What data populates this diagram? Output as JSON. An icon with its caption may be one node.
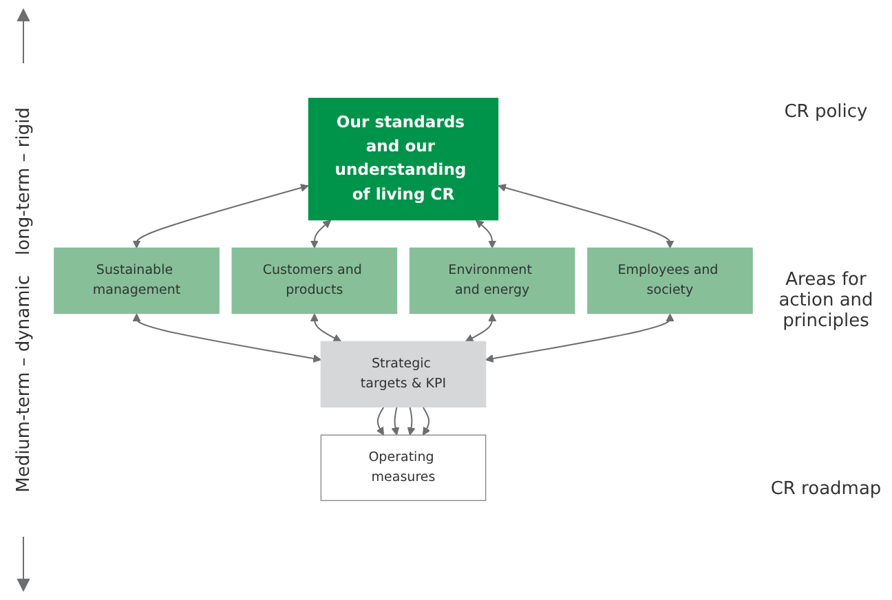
{
  "diagram": {
    "nodes": [
      {
        "text": [
          "Our standards and our understanding of living CR"
        ]
      },
      {
        "text": [
          "Sustainable management"
        ]
      },
      {
        "text": [
          "Customers and products"
        ]
      },
      {
        "text": [
          "Environment and energy"
        ]
      },
      {
        "text": [
          "Employees and society"
        ]
      },
      {
        "text": [
          "Strategic targets & KPI"
        ]
      },
      {
        "text": [
          "Operating measures"
        ]
      }
    ],
    "edges": [
      {
        "from": 0,
        "to": 1,
        "arrow": "both"
      },
      {
        "from": 0,
        "to": 2,
        "arrow": "both"
      },
      {
        "from": 0,
        "to": 3,
        "arrow": "both"
      },
      {
        "from": 0,
        "to": 4,
        "arrow": "both"
      },
      {
        "from": 1,
        "to": 5,
        "arrow": "both"
      },
      {
        "from": 2,
        "to": 5,
        "arrow": "both"
      },
      {
        "from": 3,
        "to": 5,
        "arrow": "both"
      },
      {
        "from": 4,
        "to": 5,
        "arrow": "both"
      },
      {
        "from": 5,
        "to": 6,
        "arrow": "to"
      },
      {
        "from": 5,
        "to": 6,
        "arrow": "to"
      },
      {
        "from": 5,
        "to": 6,
        "arrow": "to"
      },
      {
        "from": 5,
        "to": 6,
        "arrow": "to"
      }
    ],
    "labels": [
      "long-term – rigid",
      "Medium-term – dynamic",
      "CR policy",
      "Areas for action and principles",
      "CR roadmap"
    ]
  }
}
